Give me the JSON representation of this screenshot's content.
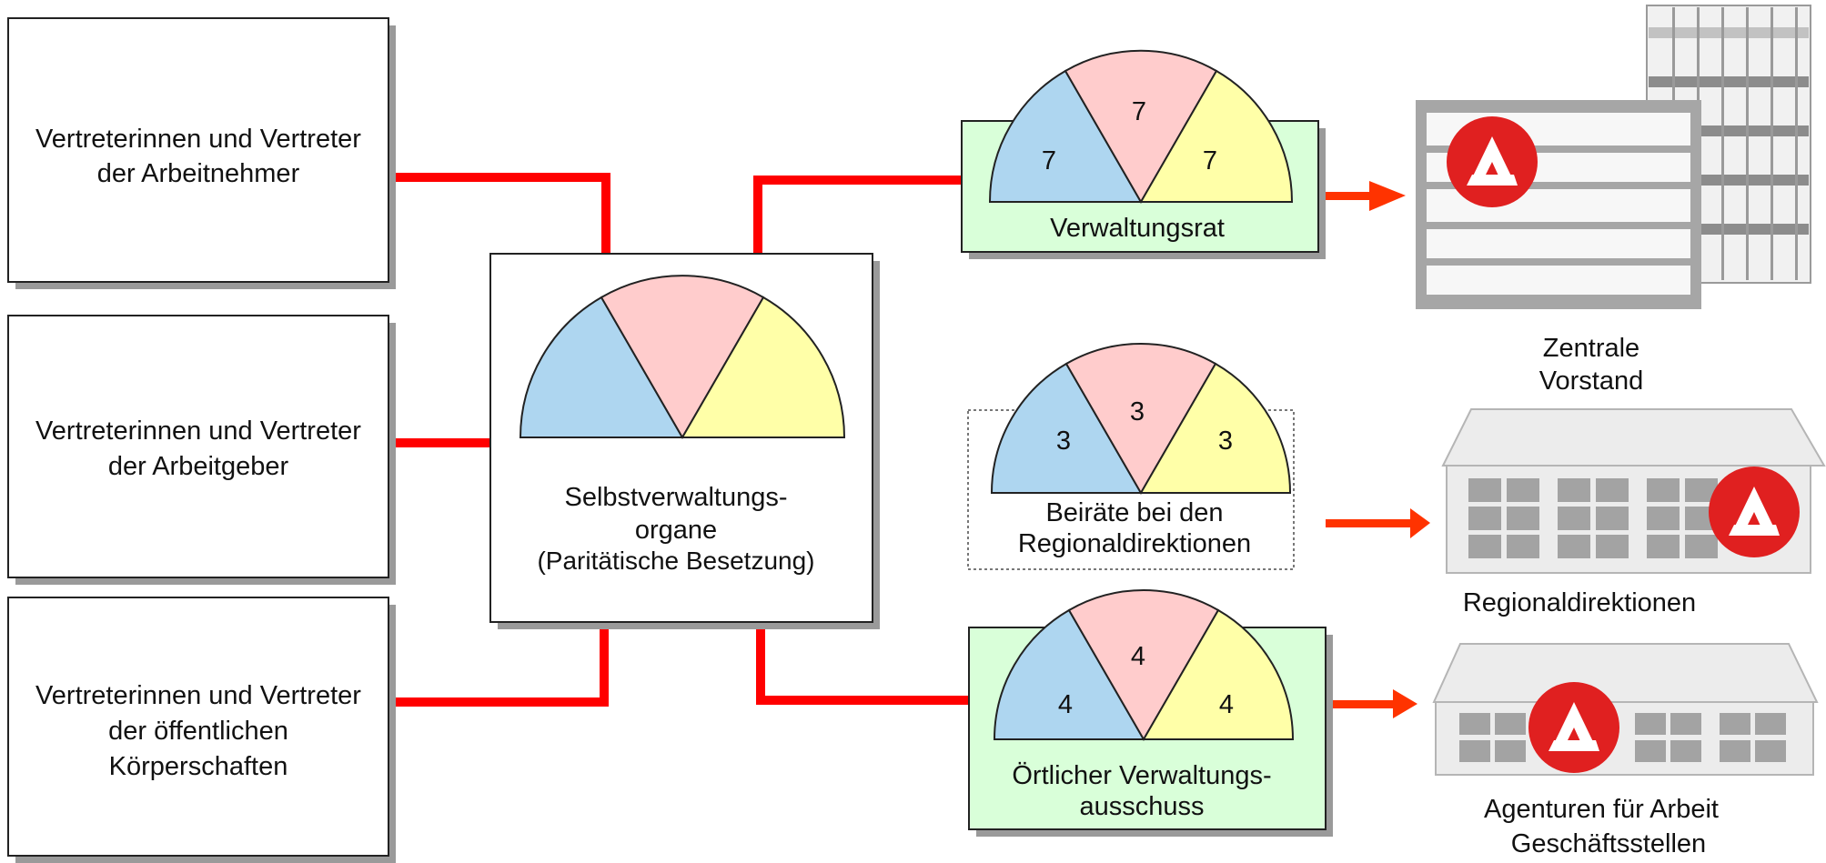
{
  "stakeholders": {
    "employees": [
      "Vertreterinnen und Vertreter",
      "der Arbeitnehmer"
    ],
    "employers": [
      "Vertreterinnen und Vertreter",
      "der Arbeitgeber"
    ],
    "public_bodies": [
      "Vertreterinnen und Vertreter",
      "der öffentlichen",
      "Körperschaften"
    ]
  },
  "central_body": {
    "title": [
      "Selbstverwaltungs-",
      "organe",
      "(Paritätische Besetzung)"
    ]
  },
  "councils": {
    "board": {
      "label": [
        "Verwaltungsrat"
      ],
      "seats": [
        "7",
        "7",
        "7"
      ]
    },
    "advisory": {
      "label": [
        "Beiräte bei den",
        "Regionaldirektionen"
      ],
      "seats": [
        "3",
        "3",
        "3"
      ]
    },
    "local": {
      "label": [
        "Örtlicher Verwaltungs-",
        "ausschuss"
      ],
      "seats": [
        "4",
        "4",
        "4"
      ]
    }
  },
  "buildings": {
    "central": [
      "Zentrale",
      "Vorstand"
    ],
    "regional": [
      "Regionaldirektionen"
    ],
    "agencies": [
      "Agenturen für Arbeit",
      "Geschäftsstellen"
    ]
  },
  "colors": {
    "connector": "#ff0000",
    "arrow": "#ff3300",
    "sector_blue": "#aed6f0",
    "sector_pink": "#ffcccc",
    "sector_yellow": "#ffffa8",
    "council_bg": "#d9ffd9",
    "logo_red": "#e02020"
  }
}
